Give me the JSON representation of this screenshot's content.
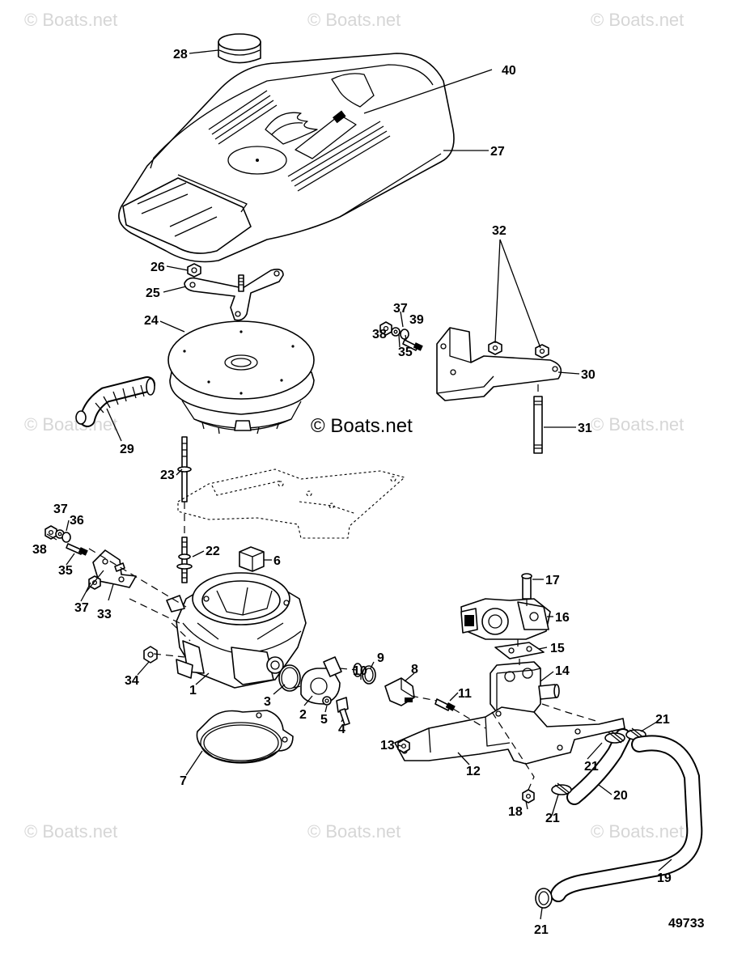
{
  "watermark": "© Boats.net",
  "copyright": "© Boats.net",
  "diagram_number": "49733",
  "labels": [
    "1",
    "2",
    "3",
    "4",
    "5",
    "6",
    "7",
    "8",
    "9",
    "10",
    "11",
    "12",
    "13",
    "14",
    "15",
    "16",
    "17",
    "18",
    "19",
    "20",
    "21",
    "22",
    "23",
    "24",
    "25",
    "26",
    "27",
    "28",
    "29",
    "30",
    "31",
    "32",
    "33",
    "34",
    "35",
    "36",
    "37",
    "38",
    "39",
    "40"
  ]
}
